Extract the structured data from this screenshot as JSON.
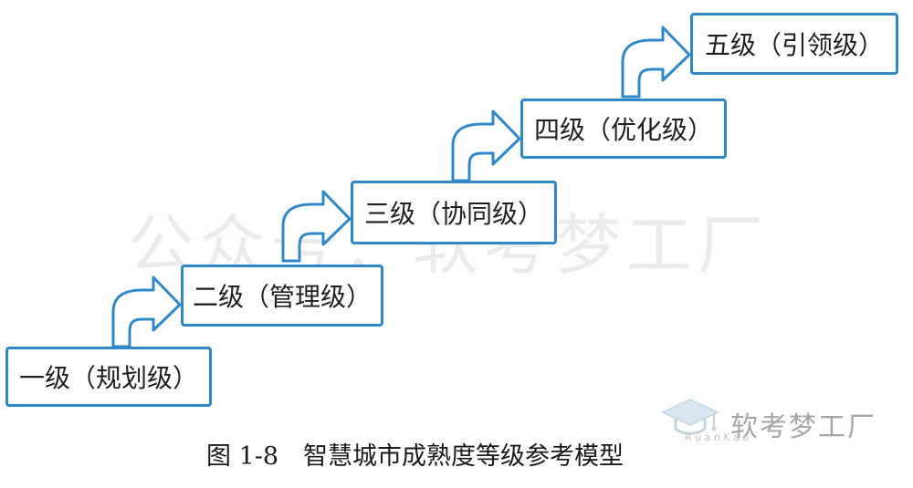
{
  "watermark": "公众号：软考梦工厂",
  "levels": [
    "一级（规划级）",
    "二级（管理级）",
    "三级（协同级）",
    "四级（优化级）",
    "五级（引领级）"
  ],
  "caption": "图 1-8　智慧城市成熟度等级参考模型",
  "logo": {
    "main": "软考梦工厂",
    "small": "R u a n K a o"
  },
  "colors": {
    "accent": "#2f88c8",
    "text": "#202020"
  }
}
